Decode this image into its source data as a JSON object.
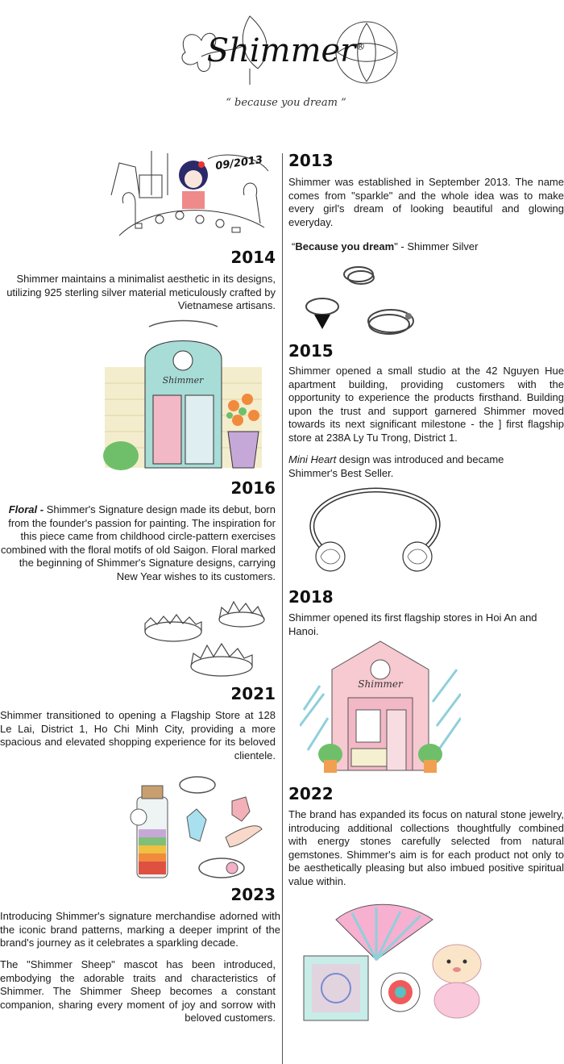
{
  "header": {
    "brand": "Shimmer",
    "registered": "®",
    "tagline": "“ because you dream ”"
  },
  "timeline": {
    "y2013": {
      "year": "2013",
      "text": "Shimmer was established in September 2013. The name comes from \"sparkle\" and the whole idea was to make every girl's dream of looking beautiful and glowing everyday.",
      "quote_bold": "Because you dream",
      "quote_rest": "\" - Shimmer Silver",
      "quote_open": "“",
      "date_tag": "09/2013"
    },
    "y2014": {
      "year": "2014",
      "text": "Shimmer maintains a minimalist aesthetic in its designs, utilizing 925 sterling silver material meticulously crafted by Vietnamese artisans."
    },
    "y2015": {
      "year": "2015",
      "text": "Shimmer opened a small studio at the 42 Nguyen Hue apartment building, providing customers with the opportunity to experience the products firsthand.  Building upon the trust and support garnered  Shimmer moved towards its next significant milestone - the ] first flagship store at 238A Ly Tu Trong, District 1.",
      "note_italic": "Mini Heart",
      "note_rest": " design was introduced and became Shimmer's Best Seller."
    },
    "y2016": {
      "year": "2016",
      "italic_lead": "Floral -",
      "text": " Shimmer's Signature design made its debut, born from the founder's passion for painting. The inspiration for this piece came from childhood circle-pattern exercises combined with the floral motifs of old Saigon. Floral marked the beginning of Shimmer's Signature designs, carrying New Year wishes to its customers.",
      "sign": "Shimmer"
    },
    "y2018": {
      "year": "2018",
      "text": "Shimmer opened its first flagship stores in Hoi An and Hanoi.",
      "sign": "Shimmer"
    },
    "y2021": {
      "year": "2021",
      "text": "Shimmer transitioned to opening a Flagship Store at 128 Le Lai, District 1, Ho Chi Minh City, providing a more spacious and elevated shopping experience for its beloved clientele."
    },
    "y2022": {
      "year": "2022",
      "text": "The brand  has expanded its focus on natural stone jewelry, introducing additional collections thoughtfully combined with energy stones carefully selected from natural gemstones. Shimmer's aim is for each product not only to be aesthetically pleasing but also  imbued positive spiritual value within."
    },
    "y2023": {
      "year": "2023",
      "text1": "Introducing Shimmer's signature merchandise adorned with the iconic brand patterns, marking a deeper imprint of the brand's journey as it celebrates a sparkling decade.",
      "text2": "The \"Shimmer Sheep\" mascot has been introduced, embodying the adorable traits and characteristics of Shimmer. The Shimmer Sheep becomes a constant companion, sharing every moment of joy and sorrow with beloved customers."
    }
  },
  "colors": {
    "ink": "#1a1a1a",
    "line": "#555555",
    "pink": "#f2b8c6",
    "mint": "#a8dcd6",
    "green": "#6fbf6a",
    "orange": "#f08a3c",
    "lilac": "#c6a8d8",
    "brick": "#efe6b8"
  }
}
